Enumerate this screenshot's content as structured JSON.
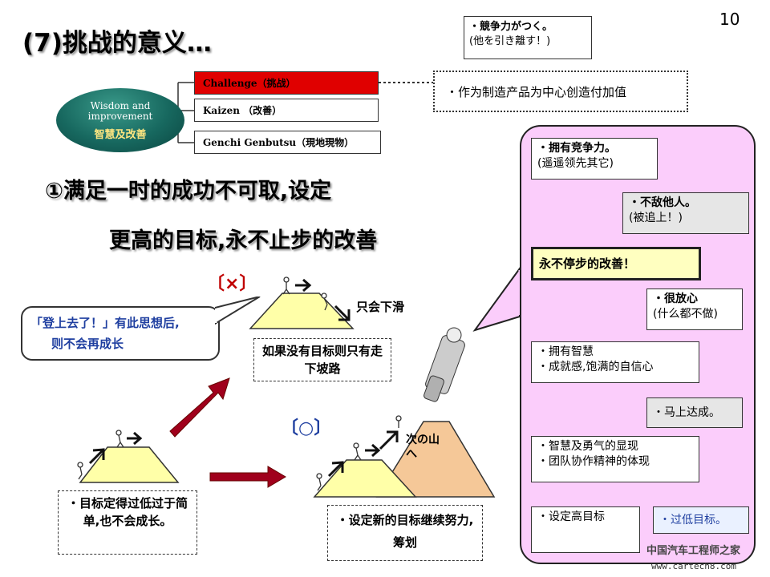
{
  "page_number": "10",
  "title": "(7)挑战的意义…",
  "top_note": {
    "line1": "・競争力がつく。",
    "line2": "(他を引き離す！)"
  },
  "wisdom_oval": {
    "en_line1": "Wisdom and",
    "en_line2": "improvement",
    "zh": "智慧及改善"
  },
  "kaizen_boxes": [
    "Challenge（挑战）",
    "Kaizen （改善）",
    "Genchi Genbutsu（現地現物）"
  ],
  "value_note": "・作为制造产品为中心创造付加值",
  "heading_line1": "①满足一时的成功不可取,设定",
  "heading_line2": "更高的目标,永不止步的改善",
  "mark_wrong": "〔×〕",
  "mark_right": "〔○〕",
  "callout": {
    "line1": "「登上去了！」有此思想后,",
    "line2": "则不会再成长"
  },
  "slide_text": "只会下滑",
  "wrong_caption": "如果没有目标则只有走下坡路",
  "next_mountain": "次の山へ",
  "low_goal_caption": "・目标定得过低过于简单,也不会成长。",
  "new_goal_caption": "・设定新的目标继续努力,筹划",
  "panel": {
    "box_compete": {
      "line1": "・拥有竞争力。",
      "line2": "(遥遥领先其它)"
    },
    "box_nobody": {
      "line1": "・不敌他人。",
      "line2": "(被追上！)"
    },
    "box_kaizen": "永不停步的改善！",
    "box_relax": {
      "line1": "・很放心",
      "line2": "(什么都不做)"
    },
    "box_wisdom": {
      "line1": "・拥有智慧",
      "line2": "・成就感,饱满的自信心"
    },
    "box_achieve": "・马上达成。",
    "box_courage": {
      "line1": "・智慧及勇气的显现",
      "line2": "・团队协作精神的体现"
    },
    "box_high": "・设定高目标",
    "box_low": "・过低目标。"
  },
  "watermark": {
    "line1": "中国汽车工程师之家",
    "line2": "www.cartech8.com"
  },
  "colors": {
    "challenge_red": "#e00000",
    "panel_pink": "#fbcdfb",
    "arrow_red": "#a0001c",
    "mountain_yellow": "#ffffa8",
    "mountain_orange": "#f5c898",
    "highlight_yellow": "#ffffc0",
    "text_blue": "#1f3fa0"
  }
}
